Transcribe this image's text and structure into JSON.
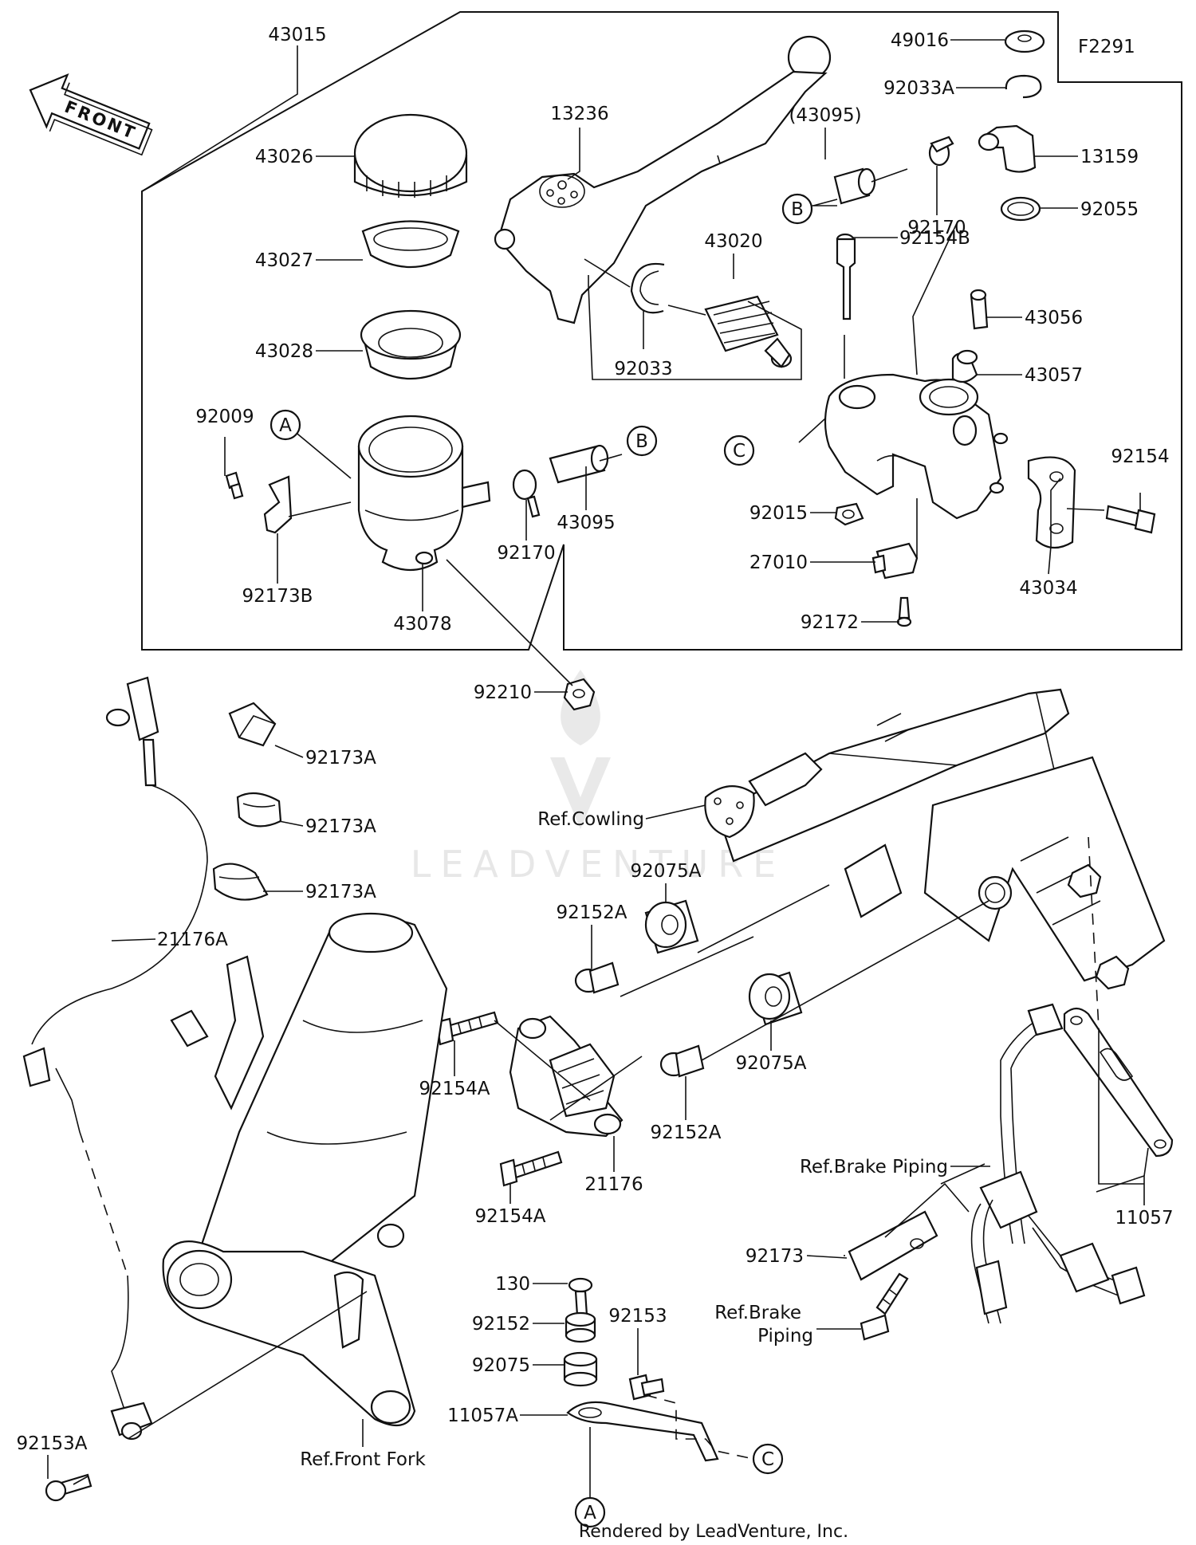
{
  "diagram_code": "F2291",
  "direction_arrow": {
    "label": "FRONT",
    "icon": "front-arrow-icon"
  },
  "watermark": "LEADVENTURE",
  "credit": "Rendered by LeadVenture, Inc.",
  "callouts": {
    "A": "A",
    "B": "B",
    "C": "C"
  },
  "parts": {
    "p43015": "43015",
    "p43026": "43026",
    "p43027": "43027",
    "p43028": "43028",
    "p92009": "92009",
    "p92173B": "92173B",
    "p43078": "43078",
    "p92170_left": "92170",
    "p43095_left": "43095",
    "p13236": "13236",
    "p43020": "43020",
    "p92033": "92033",
    "p49016": "49016",
    "p92033A": "92033A",
    "p43095_paren": "(43095)",
    "p13159": "13159",
    "p92055": "92055",
    "p92170_right": "92170",
    "p92154B": "92154B",
    "p43056": "43056",
    "p43057": "43057",
    "p92154": "92154",
    "p92015": "92015",
    "p27010": "27010",
    "p92172": "92172",
    "p43034": "43034",
    "p92210": "92210",
    "p92173A_1": "92173A",
    "p92173A_2": "92173A",
    "p92173A_3": "92173A",
    "p21176A": "21176A",
    "p92075A_top": "92075A",
    "p92152A_top": "92152A",
    "p92154A_top": "92154A",
    "p92075A_bottom": "92075A",
    "p92152A_bottom": "92152A",
    "p21176": "21176",
    "p92154A_bottom": "92154A",
    "p130": "130",
    "p92153": "92153",
    "p92152": "92152",
    "p92075": "92075",
    "p11057A": "11057A",
    "p92153A": "92153A",
    "p92173": "92173",
    "p11057": "11057"
  },
  "references": {
    "cowling": "Ref.Cowling",
    "brake_piping_1": "Ref.Brake Piping",
    "brake_piping_2a": "Ref.Brake",
    "brake_piping_2b": "Piping",
    "front_fork": "Ref.Front Fork"
  }
}
